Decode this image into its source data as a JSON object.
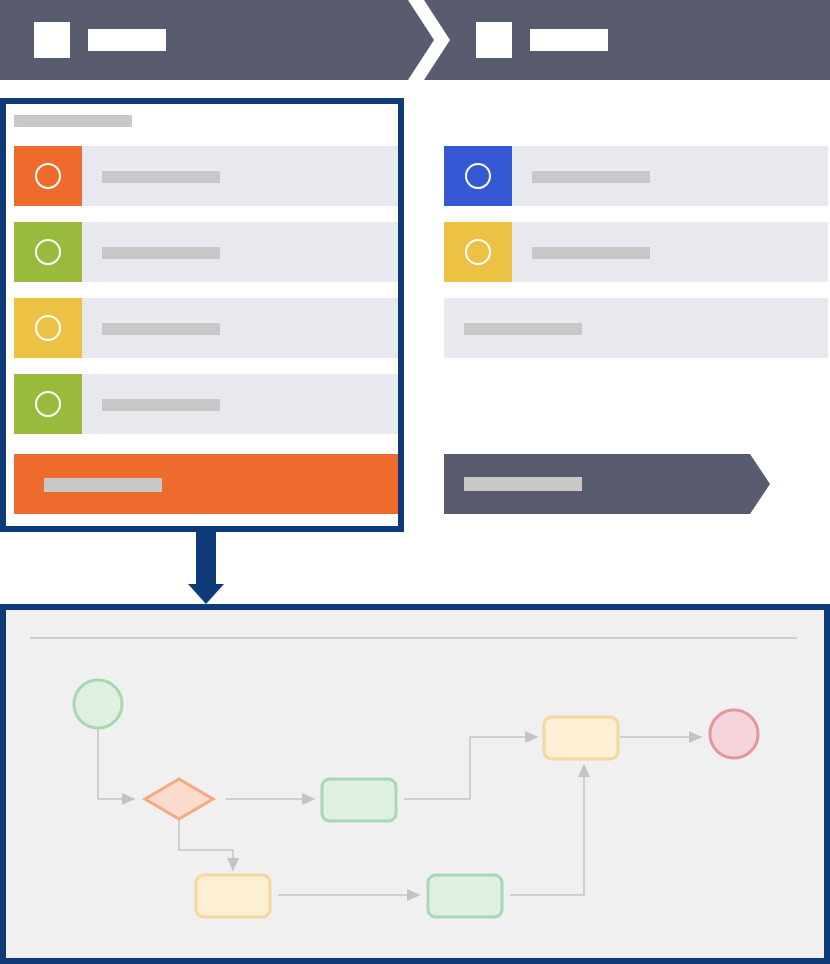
{
  "colors": {
    "header": "#595b6e",
    "frame": "#0e3a78",
    "row_bg": "#e8e9ee",
    "orange": "#ec6b2d",
    "green": "#9aba3c",
    "yellow": "#ecc144",
    "blue": "#3558d4",
    "placeholder": "#c8c8c8"
  },
  "header": {
    "steps": [
      {
        "icon": "square-icon"
      },
      {
        "icon": "square-icon"
      }
    ]
  },
  "left_panel": {
    "items": [
      {
        "color": "orange",
        "icon": "circle-icon"
      },
      {
        "color": "green",
        "icon": "circle-icon"
      },
      {
        "color": "yellow",
        "icon": "circle-icon"
      },
      {
        "color": "green",
        "icon": "circle-icon"
      }
    ]
  },
  "right_panel": {
    "items": [
      {
        "color": "blue",
        "icon": "circle-icon"
      },
      {
        "color": "yellow",
        "icon": "circle-icon"
      }
    ]
  },
  "flow": {
    "nodes": [
      "start-event",
      "gateway",
      "task-1",
      "task-2",
      "task-3",
      "task-4",
      "end-event"
    ]
  }
}
